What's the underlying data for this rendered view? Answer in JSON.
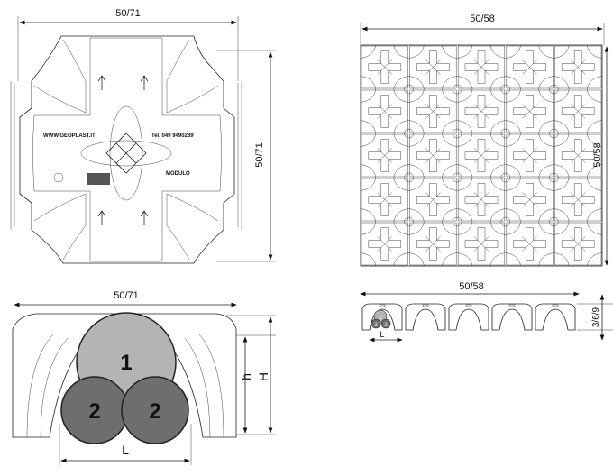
{
  "plan_view": {
    "width_dim": "50/71",
    "height_dim": "50/71",
    "website": "WWW.GEOPLAST.IT",
    "phone": "Tel. 049 9490289",
    "model": "MODULO"
  },
  "grid_view": {
    "width_dim": "50/58",
    "height_dim": "50/58",
    "rows": 5,
    "cols": 5
  },
  "section_view": {
    "width_dim": "50/71",
    "pipe_large": "1",
    "pipe_small_left": "2",
    "pipe_small_right": "2",
    "length_label": "L",
    "inner_height_label": "h",
    "outer_height_label": "H",
    "colors": {
      "pipe_large": "#b4b4b4",
      "pipe_small": "#6e6e6e"
    }
  },
  "profile_view": {
    "width_dim": "50/58",
    "height_dim": "3/6/9",
    "length_label": "L",
    "pipe_large": "1",
    "pipe_small_left": "2",
    "pipe_small_right": "2"
  }
}
